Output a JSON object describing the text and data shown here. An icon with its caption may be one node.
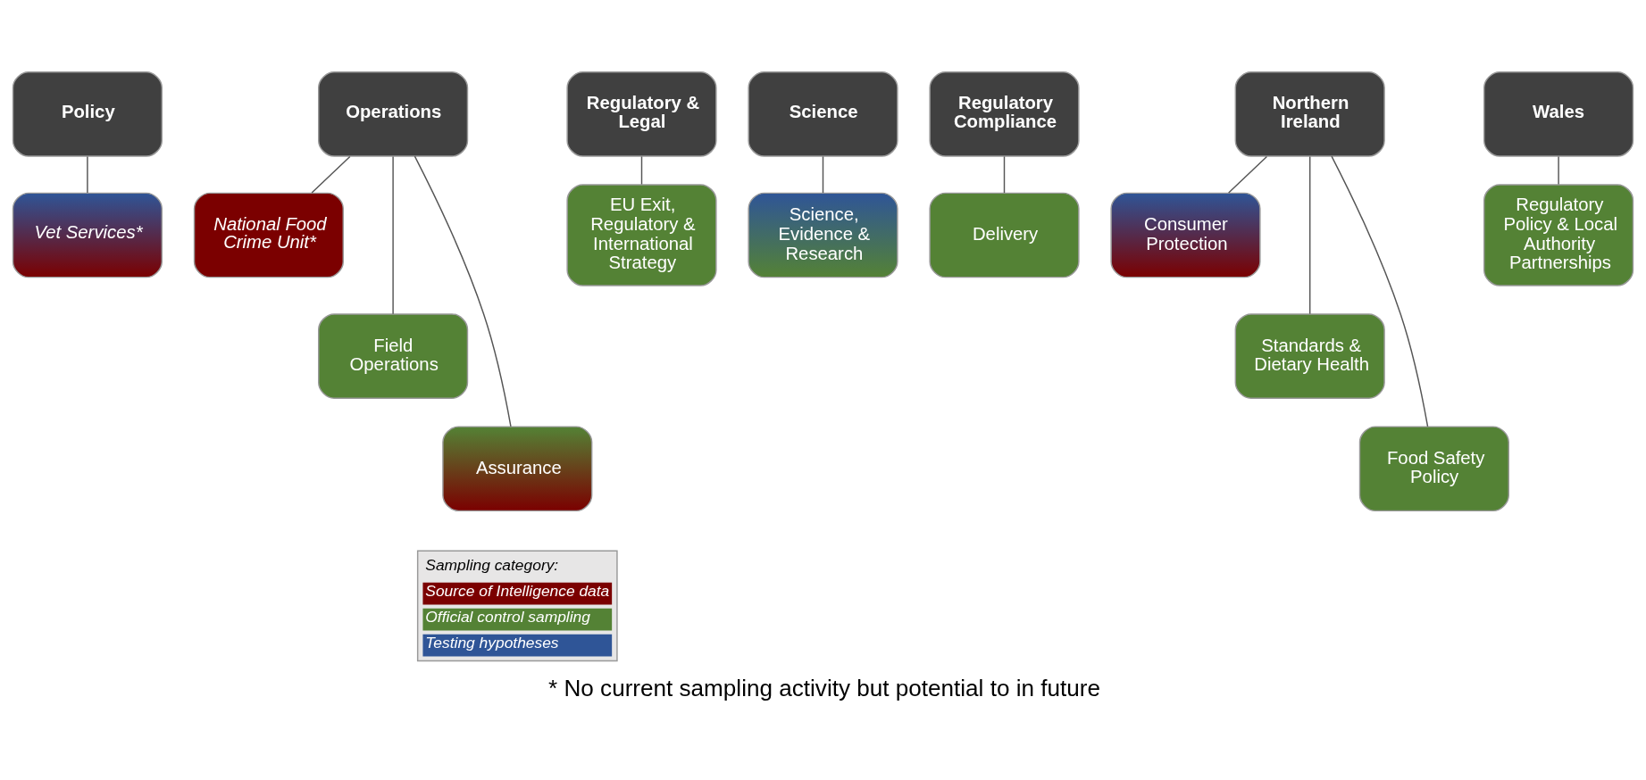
{
  "diagram": {
    "caption": "* No current sampling activity but potential to in future",
    "nodes": [
      {
        "text": [
          "Policy"
        ]
      },
      {
        "text": [
          "Operations"
        ]
      },
      {
        "text": [
          "Regulatory & Legal"
        ]
      },
      {
        "text": [
          "Science"
        ]
      },
      {
        "text": [
          "Regulatory Compliance"
        ]
      },
      {
        "text": [
          "Northern Ireland"
        ]
      },
      {
        "text": [
          "Wales"
        ]
      },
      {
        "text": [
          "Vet Services*"
        ]
      },
      {
        "text": [
          "National Food Crime Unit*"
        ]
      },
      {
        "text": [
          "Field Operations"
        ]
      },
      {
        "text": [
          "Assurance"
        ]
      },
      {
        "text": [
          "EU Exit, Regulatory & International Strategy"
        ]
      },
      {
        "text": [
          "Science, Evidence & Research"
        ]
      },
      {
        "text": [
          "Delivery"
        ]
      },
      {
        "text": [
          "Consumer Protection"
        ]
      },
      {
        "text": [
          "Standards & Dietary Health"
        ]
      },
      {
        "text": [
          "Food Safety Policy"
        ]
      },
      {
        "text": [
          "Regulatory Policy & Local Authority Partnerships"
        ]
      }
    ],
    "edges": [
      {
        "from": 0,
        "to": 7,
        "arrow": "none"
      },
      {
        "from": 1,
        "to": 8,
        "arrow": "none"
      },
      {
        "from": 1,
        "to": 9,
        "arrow": "none"
      },
      {
        "from": 1,
        "to": 10,
        "arrow": "none"
      },
      {
        "from": 2,
        "to": 11,
        "arrow": "none"
      },
      {
        "from": 3,
        "to": 12,
        "arrow": "none"
      },
      {
        "from": 4,
        "to": 13,
        "arrow": "none"
      },
      {
        "from": 5,
        "to": 14,
        "arrow": "none"
      },
      {
        "from": 5,
        "to": 15,
        "arrow": "none"
      },
      {
        "from": 5,
        "to": 16,
        "arrow": "none"
      },
      {
        "from": 6,
        "to": 17,
        "arrow": "none"
      }
    ],
    "labels": [
      "Sampling category:"
    ],
    "legend": [
      {
        "text": "Source of Intelligence data",
        "color": "#7b0000"
      },
      {
        "text": "Official control sampling",
        "color": "#548235"
      },
      {
        "text": "Testing hypotheses",
        "color": "#2f5597"
      }
    ]
  }
}
